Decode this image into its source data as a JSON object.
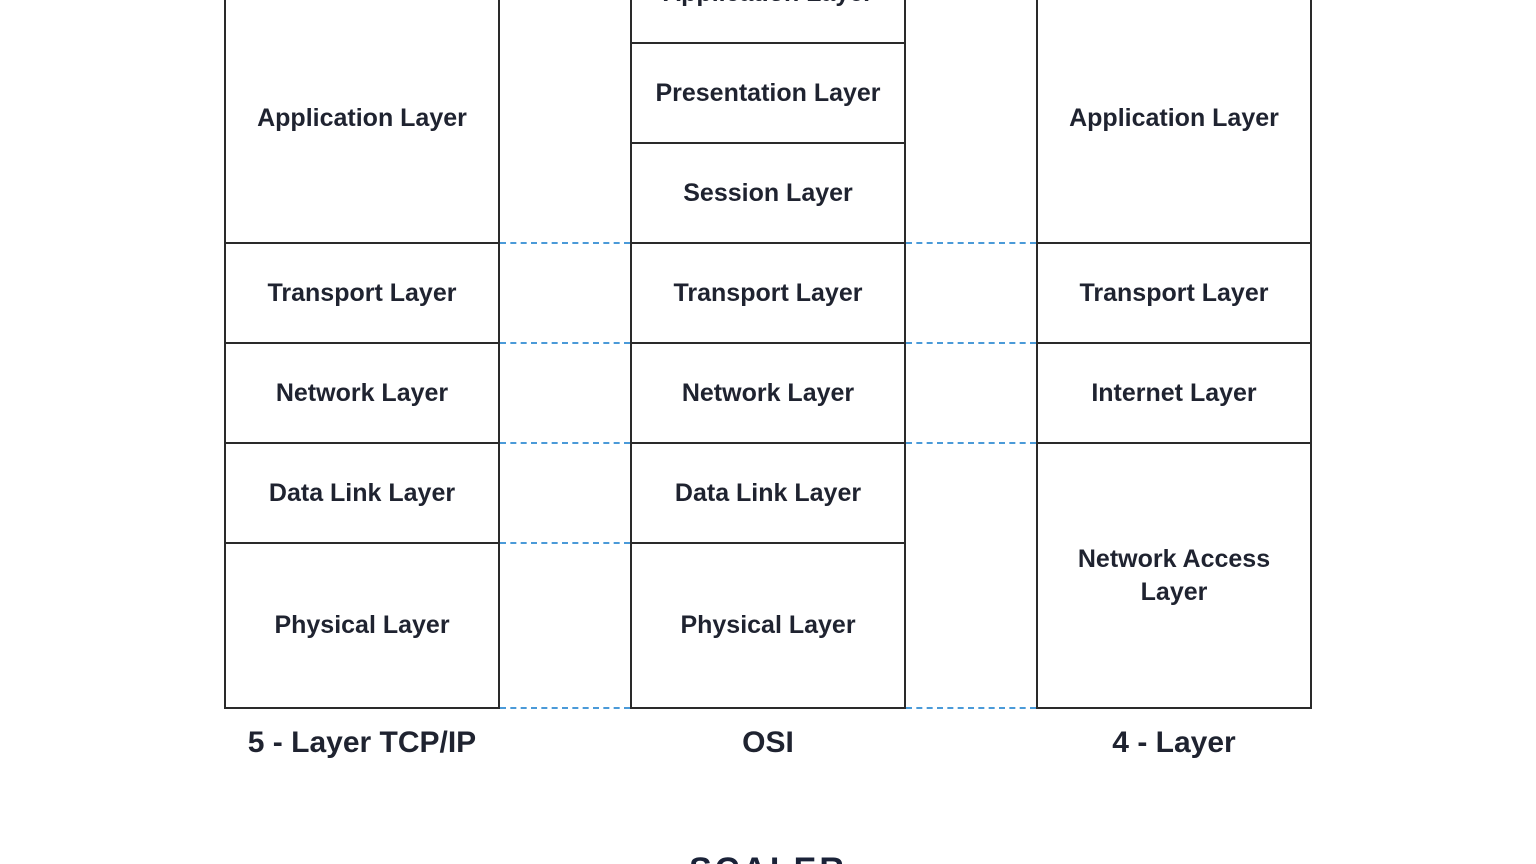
{
  "tcpip5": {
    "caption": "5 - Layer TCP/IP",
    "layers": [
      "Application Layer",
      "Transport Layer",
      "Network Layer",
      "Data Link Layer",
      "Physical Layer"
    ]
  },
  "osi": {
    "caption": "OSI",
    "layers": [
      "Application Layer",
      "Presentation Layer",
      "Session Layer",
      "Transport Layer",
      "Network Layer",
      "Data Link Layer",
      "Physical Layer"
    ]
  },
  "tcpip4": {
    "caption": "4 - Layer",
    "layers": [
      "Application Layer",
      "Transport Layer",
      "Internet Layer",
      "Network Access Layer"
    ]
  },
  "brand": "SCALER",
  "colors": {
    "border": "#2a2a2a",
    "dashed_connector": "#4a9ad8",
    "text": "#1f2330"
  }
}
